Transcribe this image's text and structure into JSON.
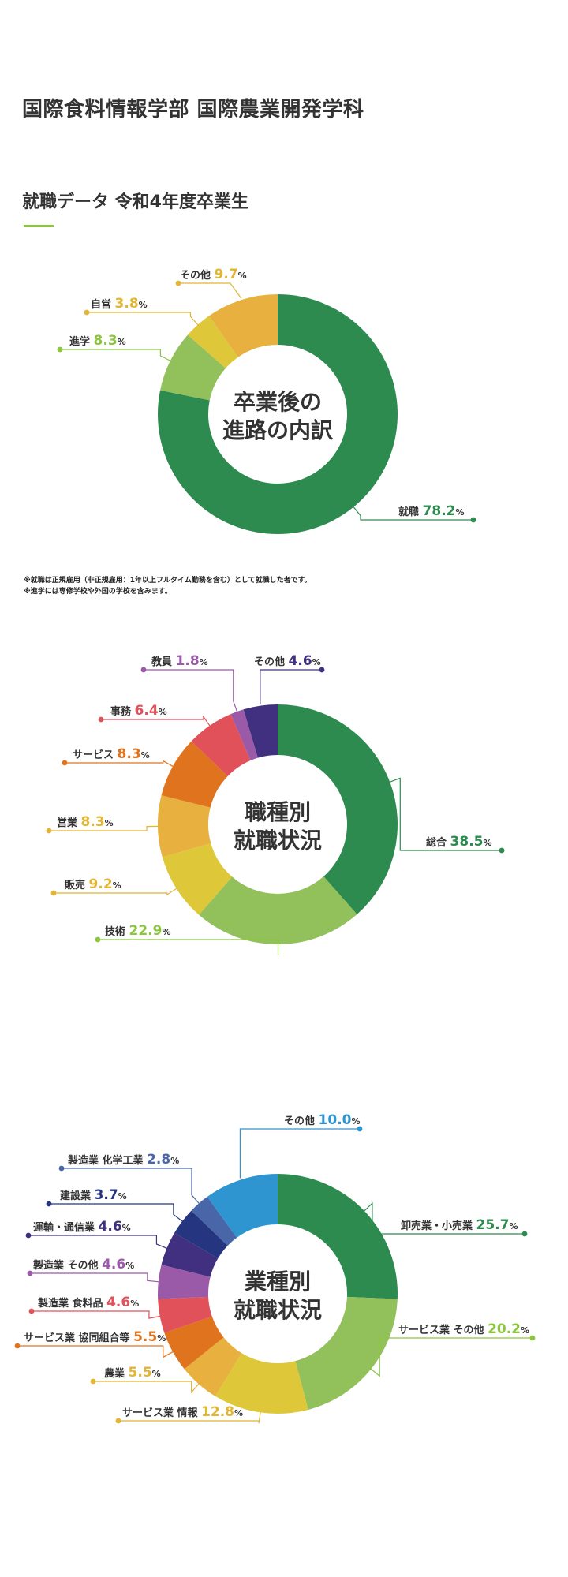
{
  "page": {
    "title": "国際食料情報学部 国際農業開発学科",
    "section_title": "就職データ 令和4年度卒業生",
    "accent_color": "#8cc63f",
    "notes": [
      "※就職は正規雇用（非正規雇用：1年以上フルタイム勤務を含む）として就職した者です。",
      "※進学には専修学校や外国の学校を含みます。"
    ]
  },
  "chart_data": [
    {
      "type": "pie",
      "variant": "donut",
      "center_label": [
        "卒業後の",
        "進路の内訳"
      ],
      "unit": "%",
      "categories": [
        "就職",
        "進学",
        "自営",
        "その他"
      ],
      "values": [
        78.2,
        8.3,
        3.8,
        9.7
      ],
      "colors": [
        "#2e8b4f",
        "#92c05a",
        "#dec83a",
        "#e8b03e"
      ],
      "value_colors": [
        "#2e8b4f",
        "#8cc63f",
        "#e2b533",
        "#e2b533"
      ]
    },
    {
      "type": "pie",
      "variant": "donut",
      "center_label": [
        "職種別",
        "就職状況"
      ],
      "unit": "%",
      "categories": [
        "総合",
        "技術",
        "販売",
        "営業",
        "サービス",
        "事務",
        "教員",
        "その他"
      ],
      "values": [
        38.5,
        22.9,
        9.2,
        8.3,
        8.3,
        6.4,
        1.8,
        4.6
      ],
      "colors": [
        "#2e8b4f",
        "#92c05a",
        "#dec83a",
        "#e8b03e",
        "#e0741e",
        "#e0515a",
        "#9a5aa8",
        "#40307f"
      ],
      "value_colors": [
        "#2e8b4f",
        "#8cc63f",
        "#e2b533",
        "#e2b533",
        "#e0741e",
        "#e0515a",
        "#9a5aa8",
        "#40307f"
      ]
    },
    {
      "type": "pie",
      "variant": "donut",
      "center_label": [
        "業種別",
        "就職状況"
      ],
      "unit": "%",
      "categories": [
        "卸売業・小売業",
        "サービス業 その他",
        "サービス業 情報",
        "農業",
        "サービス業 協同組合等",
        "製造業 食料品",
        "製造業 その他",
        "運輸・通信業",
        "建設業",
        "製造業 化学工業",
        "その他"
      ],
      "values": [
        25.7,
        20.2,
        12.8,
        5.5,
        5.5,
        4.6,
        4.6,
        4.6,
        3.7,
        2.8,
        10.0
      ],
      "colors": [
        "#2e8b4f",
        "#92c05a",
        "#dec83a",
        "#e8b03e",
        "#e0741e",
        "#e0515a",
        "#9a5aa8",
        "#40307f",
        "#26357f",
        "#4966a8",
        "#2f95d0"
      ],
      "value_colors": [
        "#2e8b4f",
        "#8cc63f",
        "#e2b533",
        "#e2b533",
        "#e0741e",
        "#e0515a",
        "#9a5aa8",
        "#40307f",
        "#26357f",
        "#4966a8",
        "#2f95d0"
      ]
    }
  ]
}
